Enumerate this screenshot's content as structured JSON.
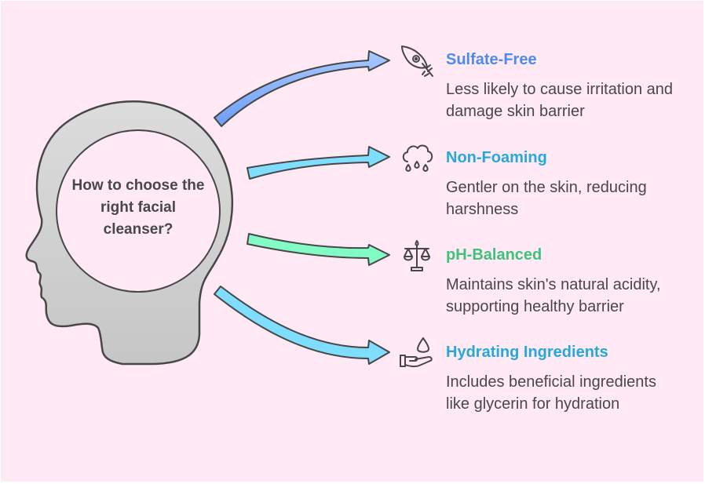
{
  "diagram": {
    "center_question": "How to choose the right facial cleanser?",
    "items": [
      {
        "title": "Sulfate-Free",
        "description": "Less likely to cause irritation and damage skin barrier",
        "icon": "feather-icon",
        "title_color": "#4d8bec",
        "arrow_color": "#8ab4fd"
      },
      {
        "title": "Non-Foaming",
        "description": "Gentler on the skin, reducing harshness",
        "icon": "rain-cloud-icon",
        "title_color": "#26a9d9",
        "arrow_color": "#7fdefe"
      },
      {
        "title": "pH-Balanced",
        "description": "Maintains skin's natural acidity, supporting healthy barrier",
        "icon": "balance-scale-icon",
        "title_color": "#3fc27e",
        "arrow_color": "#83fbc4"
      },
      {
        "title": "Hydrating Ingredients",
        "description": "Includes beneficial ingredients like glycerin for hydration",
        "icon": "water-drop-hand-icon",
        "title_color": "#26a9d9",
        "arrow_color": "#7fdefe"
      }
    ]
  }
}
